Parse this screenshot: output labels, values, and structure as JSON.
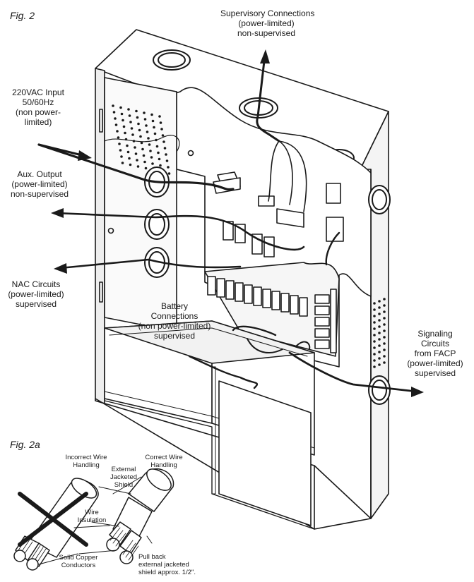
{
  "figures": {
    "fig2": "Fig. 2",
    "fig2a": "Fig. 2a"
  },
  "labels": {
    "supervisory": [
      "Supervisory Connections",
      "(power-limited)",
      "non-supervised"
    ],
    "ac_input": [
      "220VAC Input",
      "50/60Hz",
      "(non power-",
      "limited)"
    ],
    "aux_output": [
      "Aux. Output",
      "(power-limited)",
      "non-supervised"
    ],
    "nac": [
      "NAC Circuits",
      "(power-limited)",
      "supervised"
    ],
    "battery": [
      "Battery",
      "Connections",
      "(non power-limited)",
      "supervised"
    ],
    "signaling": [
      "Signaling",
      "Circuits",
      "from FACP",
      "(power-limited)",
      "supervised"
    ]
  },
  "wire_labels": {
    "incorrect": [
      "Incorrect Wire",
      "Handling"
    ],
    "correct": [
      "Correct Wire",
      "Handling"
    ],
    "shield": [
      "External",
      "Jacketed",
      "Shield"
    ],
    "insulation": [
      "Wire",
      "Insulation"
    ],
    "copper": [
      "Solid Copper",
      "Conductors"
    ],
    "pullback": [
      "Pull back",
      "external jacketed",
      "shield approx. 1/2\"."
    ]
  },
  "colors": {
    "line": "#1a1a1a",
    "panel": "#ffffff",
    "shade": "#e4e4e4",
    "board": "#f3f3f3"
  }
}
